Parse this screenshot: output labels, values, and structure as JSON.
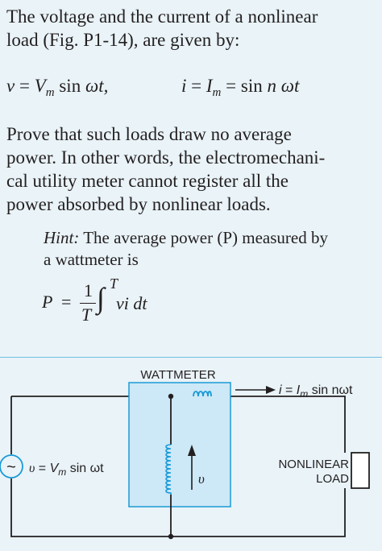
{
  "problem": {
    "intro_line1": "The voltage and the current of a nonlinear",
    "intro_line2": "load (Fig. P1-14), are given by:",
    "eq_v": {
      "lhs": "v",
      "op": "=",
      "var": "V",
      "sub": "m",
      "fn": "sin",
      "arg": "ωt,"
    },
    "eq_i": {
      "lhs": "i",
      "op": "=",
      "var": "I",
      "sub": "m",
      "op2": "=",
      "fn": "sin",
      "arg": "n ωt"
    },
    "prove_line1": "Prove that such loads draw no average",
    "prove_line2": "power. In other words, the electromechani-",
    "prove_line3": "cal utility meter cannot register all the",
    "prove_line4": "power absorbed by nonlinear loads.",
    "hint_label": "Hint:",
    "hint_text1": " The average power (P) measured by",
    "hint_text2": "a wattmeter is",
    "formula": {
      "lhs": "P",
      "eq": "=",
      "num": "1",
      "den": "T",
      "upper": "T",
      "integrand": "vi dt"
    }
  },
  "figure": {
    "wattmeter_label": "WATTMETER",
    "current_label": {
      "var": "i",
      "eq": " = ",
      "I": "I",
      "sub": "m",
      "rest": " sin nωt"
    },
    "source_label": {
      "var": "υ",
      "eq": " = ",
      "V": "V",
      "sub": "m",
      "rest": " sin ωt"
    },
    "source_symbol": "~",
    "voltage_symbol": "υ",
    "load_line1": "NONLINEAR",
    "load_line2": "LOAD"
  },
  "colors": {
    "background": "#e9f3f8",
    "box_fill": "#cde8f7",
    "accent": "#1a9ad6",
    "wire": "#231f20"
  }
}
